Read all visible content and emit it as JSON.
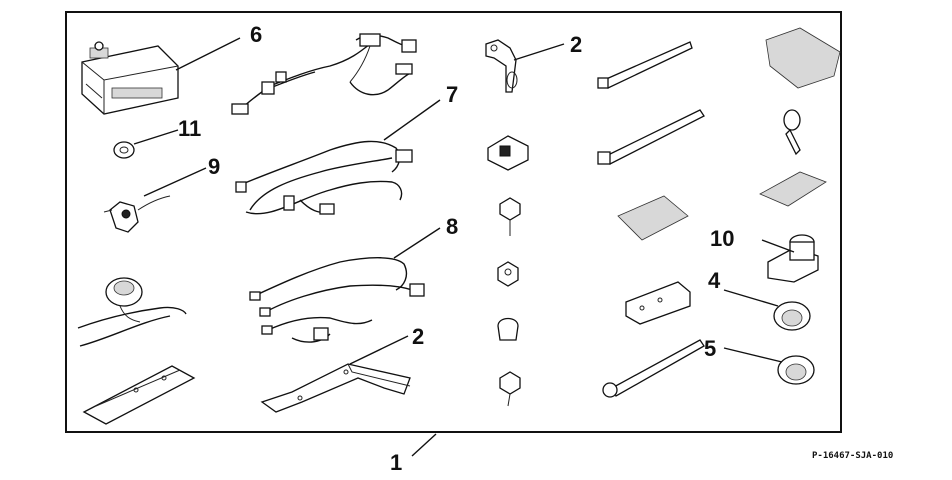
{
  "diagram": {
    "callouts": [
      {
        "id": "callout-6",
        "label": "6"
      },
      {
        "id": "callout-2-top",
        "label": "2"
      },
      {
        "id": "callout-7",
        "label": "7"
      },
      {
        "id": "callout-11",
        "label": "11"
      },
      {
        "id": "callout-9",
        "label": "9"
      },
      {
        "id": "callout-8",
        "label": "8"
      },
      {
        "id": "callout-10",
        "label": "10"
      },
      {
        "id": "callout-4",
        "label": "4"
      },
      {
        "id": "callout-2-bottom",
        "label": "2"
      },
      {
        "id": "callout-5",
        "label": "5"
      },
      {
        "id": "callout-1",
        "label": "1"
      }
    ],
    "figure_code": "P-16467-SJA-010"
  }
}
